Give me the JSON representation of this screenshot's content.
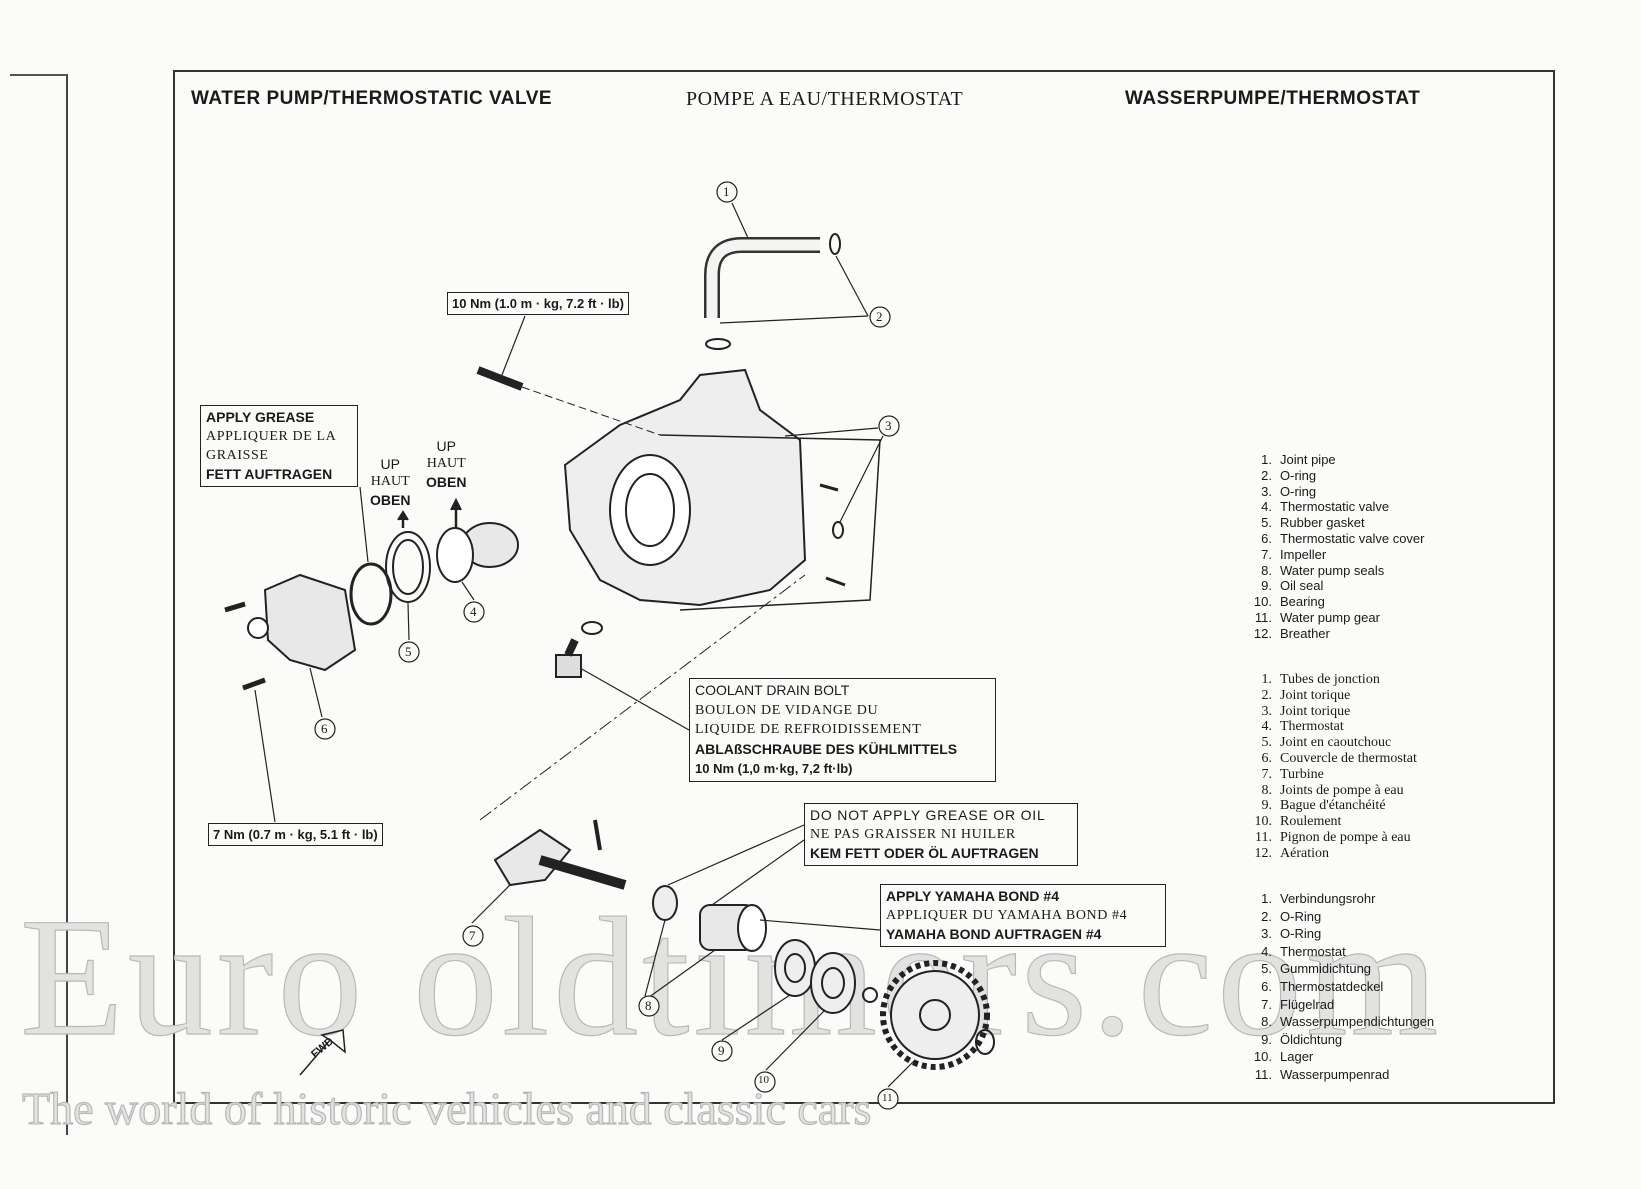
{
  "titles": {
    "en": "WATER PUMP/THERMOSTATIC VALVE",
    "fr": "POMPE A EAU/THERMOSTAT",
    "de": "WASSERPUMPE/THERMOSTAT"
  },
  "callouts": {
    "torque_pipe_bolt": "10 Nm (1.0 m · kg, 7.2 ft · lb)",
    "grease": [
      "APPLY GREASE",
      "APPLIQUER DE LA",
      "GRAISSE",
      "FETT AUFTRAGEN"
    ],
    "up1": [
      "UP",
      "HAUT",
      "OBEN"
    ],
    "up2": [
      "UP",
      "HAUT",
      "OBEN"
    ],
    "drain": [
      "COOLANT DRAIN BOLT",
      "BOULON DE VIDANGE DU",
      "LIQUIDE DE REFROIDISSEMENT",
      "ABLAßSCHRAUBE DES KÜHLMITTELS",
      "10 Nm (1,0 m·kg, 7,2 ft·lb)"
    ],
    "torque_cover": "7 Nm (0.7 m · kg, 5.1 ft · lb)",
    "no_grease": [
      "DO NOT APPLY GREASE OR OIL",
      "NE PAS GRAISSER NI HUILER",
      "KEM FETT ODER ÖL AUFTRAGEN"
    ],
    "bond": [
      "APPLY YAMAHA BOND #4",
      "APPLIQUER DU YAMAHA BOND #4",
      "YAMAHA BOND AUFTRAGEN #4"
    ],
    "fwd": "FWD"
  },
  "part_numbers": [
    "1",
    "2",
    "3",
    "4",
    "5",
    "6",
    "7",
    "8",
    "9",
    "10",
    "11"
  ],
  "legend_en": [
    {
      "n": "1.",
      "t": "Joint pipe"
    },
    {
      "n": "2.",
      "t": "O-ring"
    },
    {
      "n": "3.",
      "t": "O-ring"
    },
    {
      "n": "4.",
      "t": "Thermostatic valve"
    },
    {
      "n": "5.",
      "t": "Rubber gasket"
    },
    {
      "n": "6.",
      "t": "Thermostatic valve cover"
    },
    {
      "n": "7.",
      "t": "Impeller"
    },
    {
      "n": "8.",
      "t": "Water pump seals"
    },
    {
      "n": "9.",
      "t": "Oil seal"
    },
    {
      "n": "10.",
      "t": "Bearing"
    },
    {
      "n": "11.",
      "t": "Water pump gear"
    },
    {
      "n": "12.",
      "t": "Breather"
    }
  ],
  "legend_fr": [
    {
      "n": "1.",
      "t": "Tubes de jonction"
    },
    {
      "n": "2.",
      "t": "Joint torique"
    },
    {
      "n": "3.",
      "t": "Joint torique"
    },
    {
      "n": "4.",
      "t": "Thermostat"
    },
    {
      "n": "5.",
      "t": "Joint en caoutchouc"
    },
    {
      "n": "6.",
      "t": "Couvercle de thermostat"
    },
    {
      "n": "7.",
      "t": "Turbine"
    },
    {
      "n": "8.",
      "t": "Joints de pompe à eau"
    },
    {
      "n": "9.",
      "t": "Bague d'étanchéité"
    },
    {
      "n": "10.",
      "t": "Roulement"
    },
    {
      "n": "11.",
      "t": "Pignon de pompe à eau"
    },
    {
      "n": "12.",
      "t": "Aération"
    }
  ],
  "legend_de": [
    {
      "n": "1.",
      "t": "Verbindungsrohr"
    },
    {
      "n": "2.",
      "t": "O-Ring"
    },
    {
      "n": "3.",
      "t": "O-Ring"
    },
    {
      "n": "4.",
      "t": "Thermostat"
    },
    {
      "n": "5.",
      "t": "Gummidichtung"
    },
    {
      "n": "6.",
      "t": "Thermostatdeckel"
    },
    {
      "n": "7.",
      "t": "Flügelrad"
    },
    {
      "n": "8.",
      "t": "Wasserpumpendichtungen"
    },
    {
      "n": "9.",
      "t": "Öldichtung"
    },
    {
      "n": "10.",
      "t": "Lager"
    },
    {
      "n": "11.",
      "t": "Wasserpumpenrad"
    }
  ],
  "watermark": {
    "brand": "Euro oldtimers.com",
    "tagline": "The world of historic vehicles and classic cars"
  }
}
